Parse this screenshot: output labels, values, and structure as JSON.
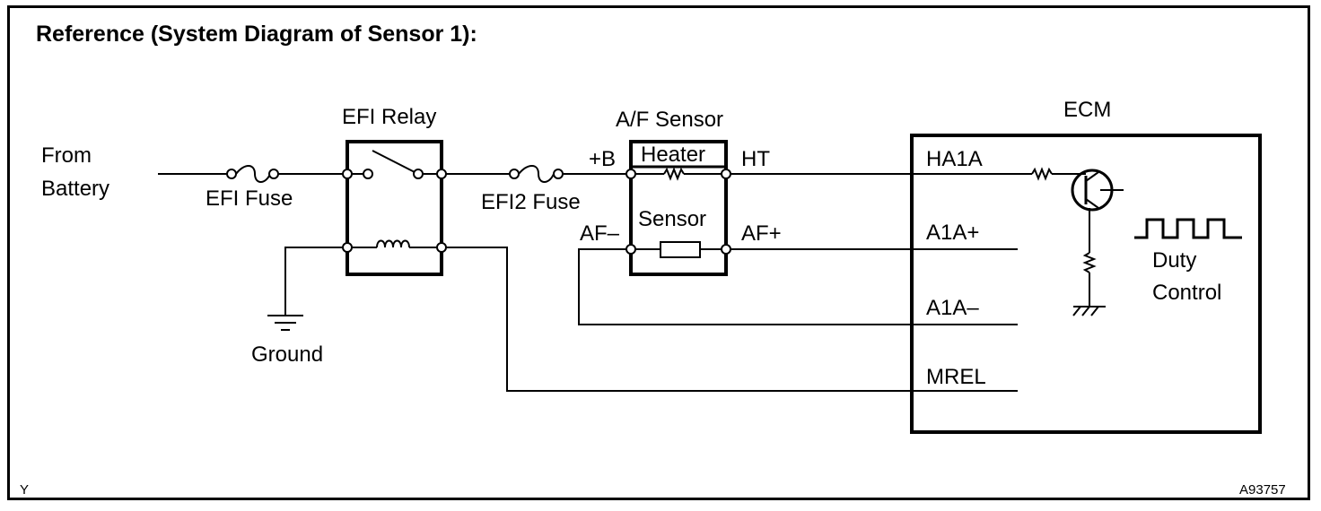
{
  "title": "Reference (System Diagram of Sensor 1):",
  "labels": {
    "from": "From",
    "battery": "Battery",
    "efi_fuse": "EFI Fuse",
    "efi_relay": "EFI Relay",
    "efi2_fuse": "EFI2 Fuse",
    "ground": "Ground",
    "af_sensor": "A/F Sensor",
    "plus_b": "+B",
    "heater": "Heater",
    "ht": "HT",
    "sensor": "Sensor",
    "af_minus": "AF–",
    "af_plus": "AF+",
    "ecm": "ECM",
    "ha1a": "HA1A",
    "a1a_plus": "A1A+",
    "a1a_minus": "A1A–",
    "mrel": "MREL",
    "duty": "Duty",
    "control": "Control"
  },
  "corner_left": "Y",
  "figure_id": "A93757"
}
